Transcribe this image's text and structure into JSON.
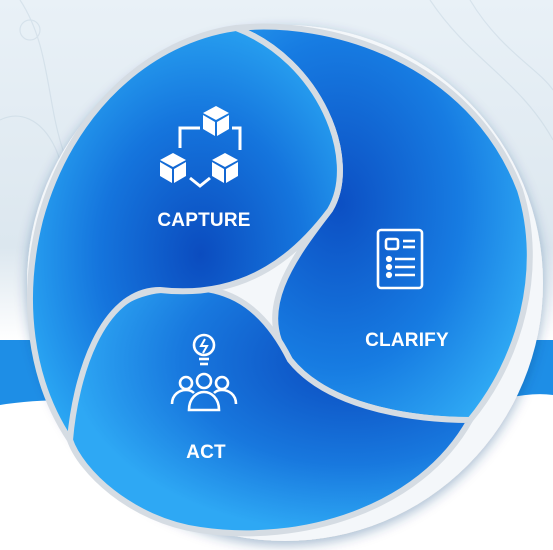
{
  "segments": [
    {
      "key": "capture",
      "label": "CAPTURE",
      "icon": "network-cubes-icon"
    },
    {
      "key": "clarify",
      "label": "CLARIFY",
      "icon": "checklist-document-icon"
    },
    {
      "key": "act",
      "label": "ACT",
      "icon": "team-idea-bulb-icon"
    }
  ],
  "colors": {
    "segment_light": "#2ba3f2",
    "segment_dark": "#0a4fc2",
    "divider": "#cfd6de",
    "band": "#1f8fe8",
    "background_top": "#dce9f2"
  }
}
